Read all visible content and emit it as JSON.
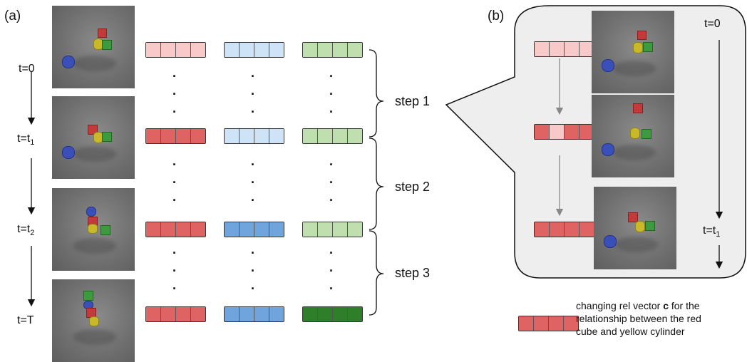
{
  "panel_a_label": "(a)",
  "panel_b_label": "(b)",
  "time_labels": [
    {
      "base": "t=0",
      "sub": ""
    },
    {
      "base": "t=t",
      "sub": "1"
    },
    {
      "base": "t=t",
      "sub": "2"
    },
    {
      "base": "t=T",
      "sub": ""
    }
  ],
  "step_labels": [
    "step 1",
    "step 2",
    "step 3"
  ],
  "panel_b_time_start": "t=0",
  "panel_b_time_end": {
    "base": "t=t",
    "sub": "1"
  },
  "caption": {
    "line1_before": "changing rel vector ",
    "line1_bold": "c",
    "line1_after": " for the",
    "line2": "relationship between the red",
    "line3": "cube and yellow cylinder"
  },
  "colors": {
    "red_light": "#f9c9c9",
    "red_dark": "#e06363",
    "blue_light": "#cfe3f7",
    "blue_dark": "#6fa4dc",
    "green_light": "#bfe0ae",
    "green_dark": "#2f7f2a",
    "callout_bg": "#eeeeee"
  },
  "icons": [
    "scene-render-thumbnail",
    "relation-vector"
  ]
}
